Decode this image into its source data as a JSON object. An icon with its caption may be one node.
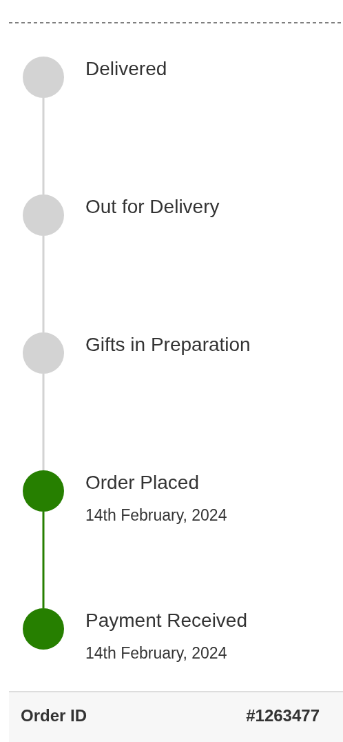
{
  "diagram": {
    "nodes": [
      {
        "text": [
          "Delivered"
        ]
      },
      {
        "text": [
          "Out for Delivery"
        ]
      },
      {
        "text": [
          "Gifts in Preparation"
        ]
      },
      {
        "text": [
          "Order Placed",
          "14th February, 2024"
        ]
      },
      {
        "text": [
          "Payment Received",
          "14th February, 2024"
        ]
      }
    ],
    "edges": [
      {
        "from": 0,
        "to": 1,
        "arrow": "none"
      },
      {
        "from": 1,
        "to": 2,
        "arrow": "none"
      },
      {
        "from": 2,
        "to": 3,
        "arrow": "none"
      },
      {
        "from": 3,
        "to": 4,
        "arrow": "none",
        "color": "#267f00"
      }
    ],
    "labels": [
      "Order ID",
      "#1263477"
    ]
  }
}
